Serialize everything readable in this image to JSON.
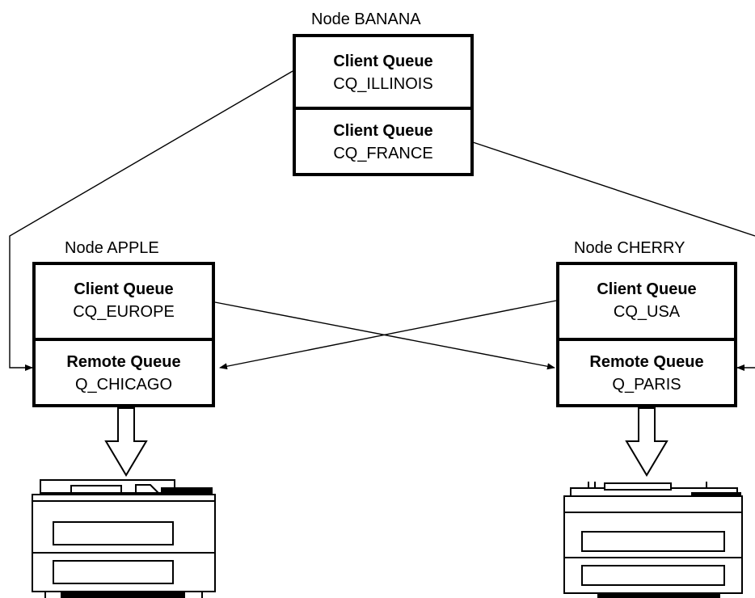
{
  "nodes": {
    "banana": {
      "label": "Node BANANA",
      "queues": [
        {
          "type": "Client Queue",
          "name": "CQ_ILLINOIS"
        },
        {
          "type": "Client Queue",
          "name": "CQ_FRANCE"
        }
      ]
    },
    "apple": {
      "label": "Node APPLE",
      "queues": [
        {
          "type": "Client Queue",
          "name": "CQ_EUROPE"
        },
        {
          "type": "Remote Queue",
          "name": "Q_CHICAGO"
        }
      ]
    },
    "cherry": {
      "label": "Node CHERRY",
      "queues": [
        {
          "type": "Client Queue",
          "name": "CQ_USA"
        },
        {
          "type": "Remote Queue",
          "name": "Q_PARIS"
        }
      ]
    }
  },
  "connections": [
    {
      "from": "CQ_ILLINOIS",
      "to": "Q_CHICAGO"
    },
    {
      "from": "CQ_FRANCE",
      "to": "Q_PARIS"
    },
    {
      "from": "CQ_EUROPE",
      "to": "Q_PARIS"
    },
    {
      "from": "CQ_USA",
      "to": "Q_CHICAGO"
    }
  ],
  "printers": [
    {
      "node": "apple",
      "icon": "printer-icon"
    },
    {
      "node": "cherry",
      "icon": "printer-icon"
    }
  ]
}
